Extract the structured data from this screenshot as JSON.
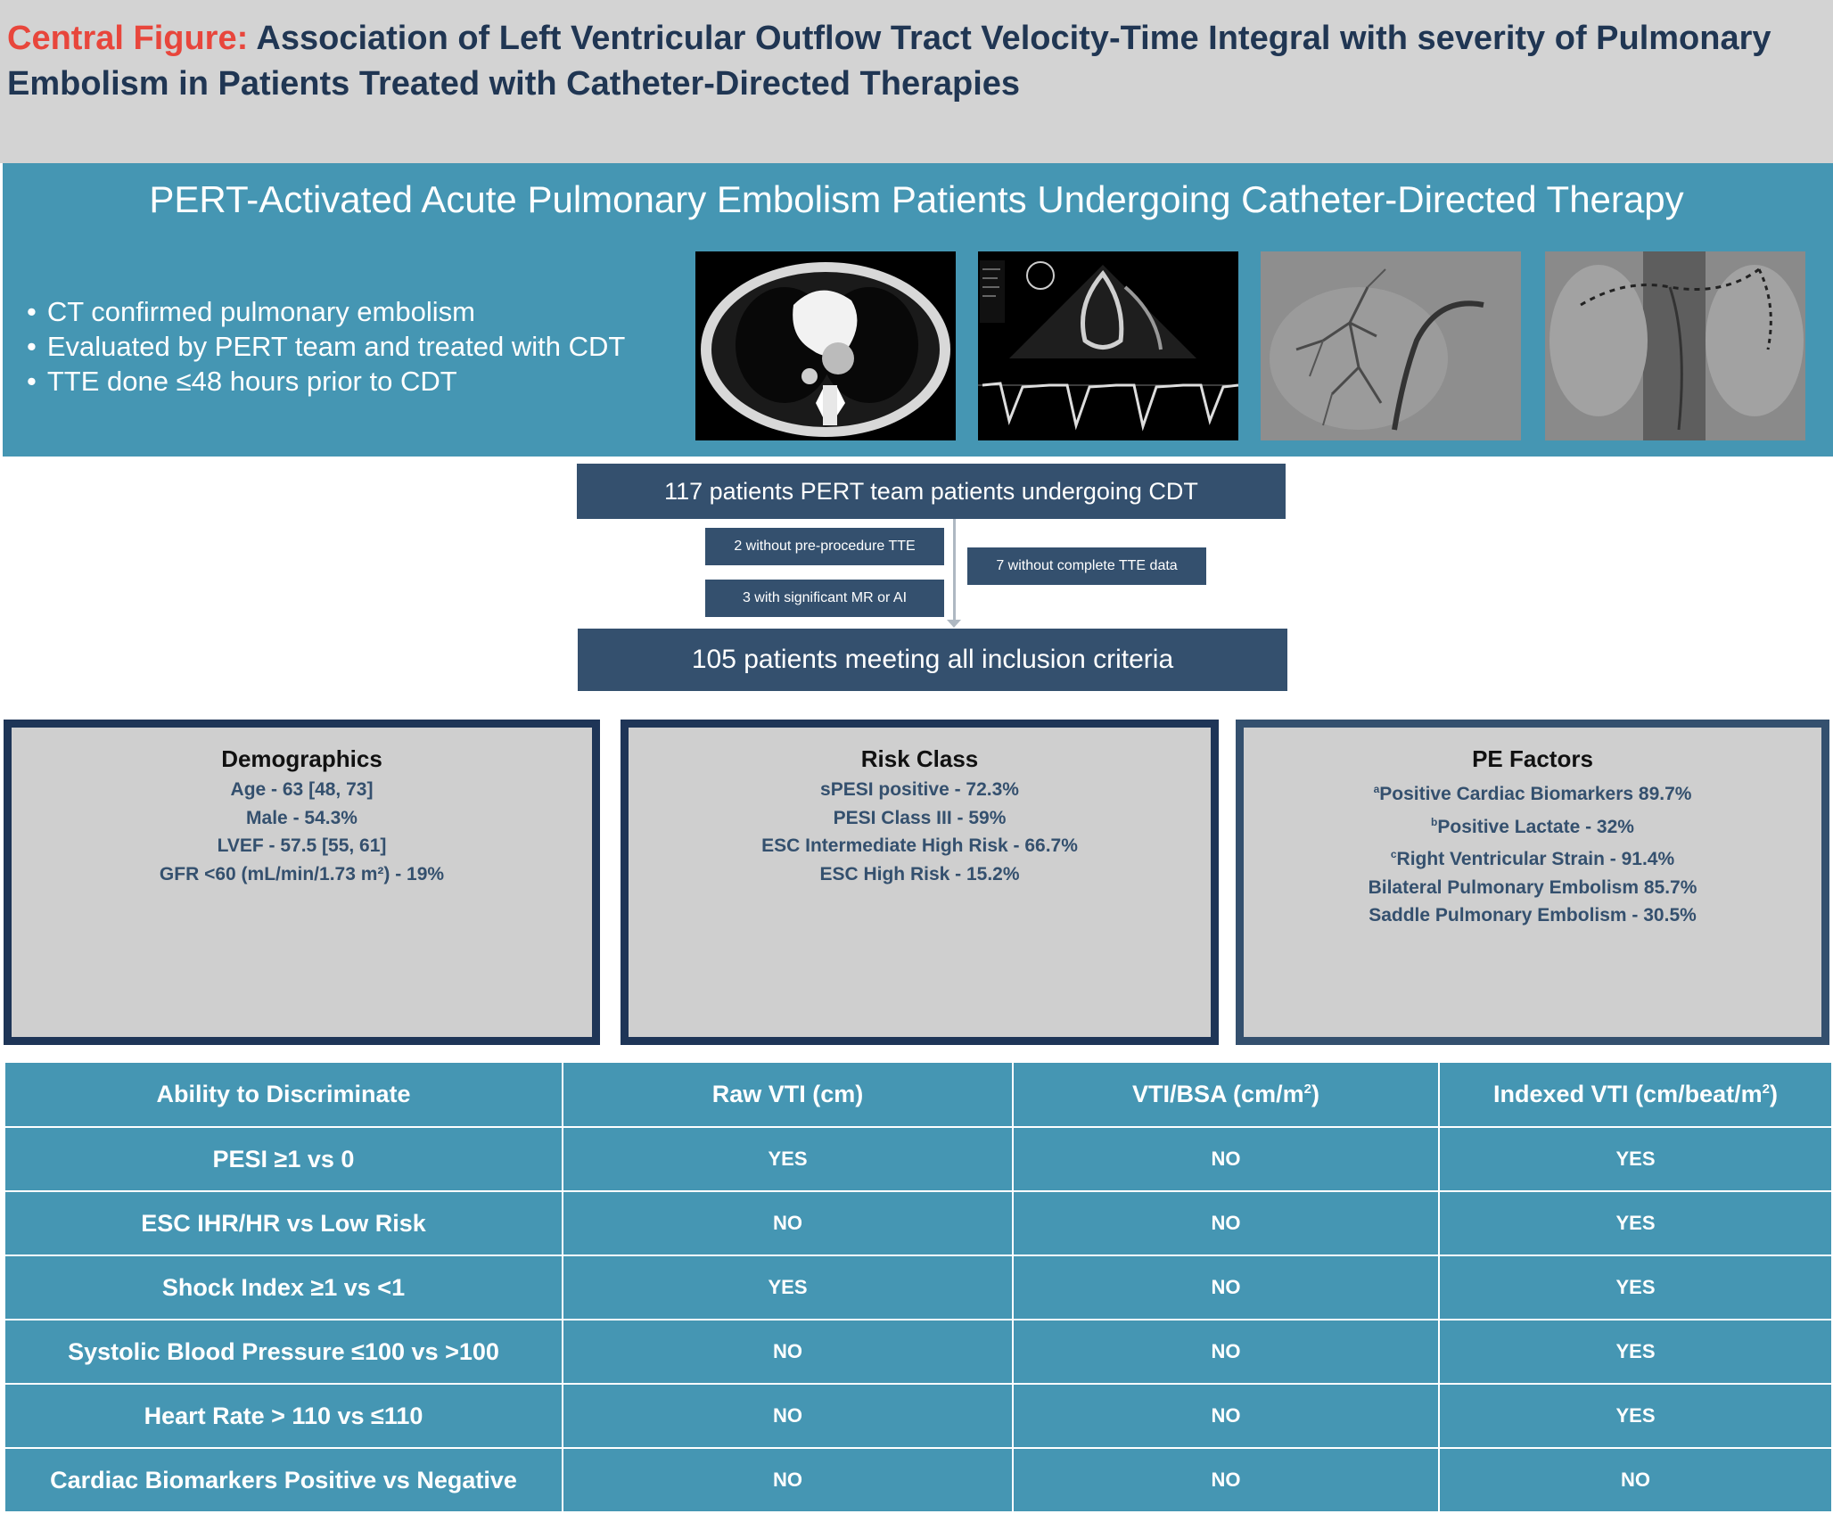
{
  "header": {
    "title_lead": "Central Figure: ",
    "title_main": "Association of Left Ventricular Outflow Tract Velocity-Time Integral with severity of Pulmonary Embolism in Patients Treated with Catheter-Directed Therapies"
  },
  "banner": {
    "heading": "PERT-Activated Acute Pulmonary Embolism Patients Undergoing Catheter-Directed Therapy",
    "criteria": [
      "CT confirmed pulmonary embolism",
      "Evaluated by PERT team and treated with CDT",
      "TTE done ≤48 hours prior to CDT"
    ]
  },
  "flow": {
    "start": "117 patients PERT team patients undergoing CDT",
    "exclusions": [
      "2 without pre-procedure TTE",
      "3 with significant MR or AI",
      "7 without complete TTE data"
    ],
    "end": "105 patients meeting all inclusion criteria"
  },
  "panels": {
    "demographics": {
      "title": "Demographics",
      "items": [
        "Age - 63 [48, 73]",
        "Male - 54.3%",
        "LVEF - 57.5 [55, 61]",
        "GFR <60 (mL/min/1.73 m²) -  19%"
      ]
    },
    "risk": {
      "title": "Risk Class",
      "items": [
        "sPESI positive - 72.3%",
        "PESI Class III - 59%",
        "ESC Intermediate High Risk - 66.7%",
        "ESC High Risk - 15.2%"
      ]
    },
    "pe": {
      "title": "PE Factors",
      "sup": [
        "a",
        "b",
        "c"
      ],
      "items": [
        "Positive Cardiac Biomarkers 89.7%",
        "Positive Lactate - 32%",
        "Right Ventricular Strain - 91.4%",
        "Bilateral Pulmonary Embolism 85.7%",
        "Saddle Pulmonary Embolism - 30.5%"
      ]
    }
  },
  "table": {
    "headers": [
      "Ability to Discriminate",
      "Raw VTI (cm)",
      "VTI/BSA (cm/m",
      "Indexed VTI (cm/beat/m"
    ],
    "header_sup": "2",
    "header_close": ")",
    "rows": [
      [
        "PESI ≥1 vs 0",
        "YES",
        "NO",
        "YES"
      ],
      [
        "ESC IHR/HR vs Low Risk",
        "NO",
        "NO",
        "YES"
      ],
      [
        "Shock Index ≥1 vs <1",
        "YES",
        "NO",
        "YES"
      ],
      [
        "Systolic Blood Pressure ≤100 vs >100",
        "NO",
        "NO",
        "YES"
      ],
      [
        "Heart Rate > 110 vs ≤110",
        "NO",
        "NO",
        "YES"
      ],
      [
        "Cardiac Biomarkers Positive vs Negative",
        "NO",
        "NO",
        "NO"
      ]
    ]
  },
  "colors": {
    "teal": "#4596b3",
    "navy": "#34506e",
    "accent_red": "#e8463c",
    "header_gray": "#d3d3d3"
  }
}
